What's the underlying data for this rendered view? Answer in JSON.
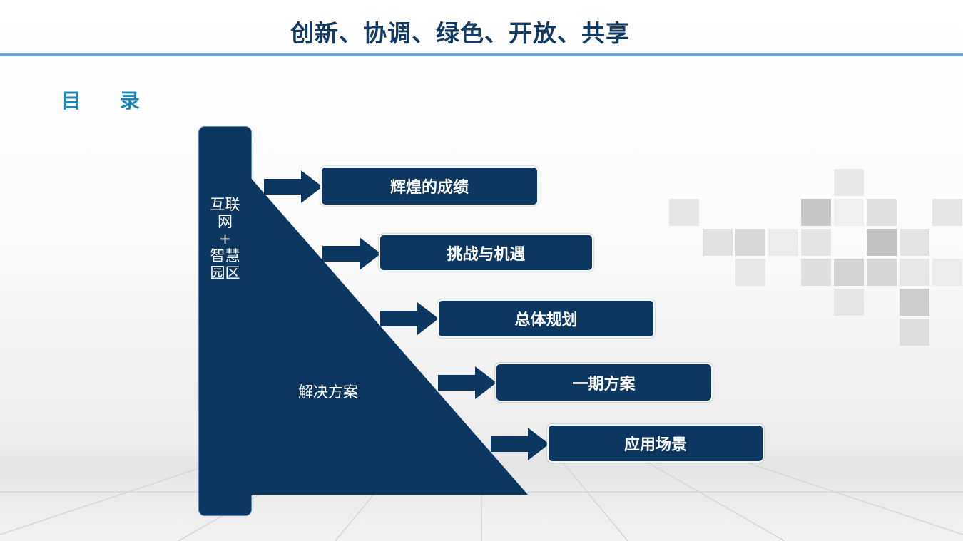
{
  "header": {
    "title": "创新、协调、绿色、开放、共享"
  },
  "toc_heading": "目 录",
  "main": {
    "bar_label_lines": [
      "互联",
      "网",
      "+",
      "智慧",
      "园区"
    ],
    "triangle_label": "解决方案",
    "items": [
      {
        "label": "辉煌的成绩"
      },
      {
        "label": "挑战与机遇"
      },
      {
        "label": "总体规划"
      },
      {
        "label": "一期方案"
      },
      {
        "label": "应用场景"
      }
    ]
  },
  "colors": {
    "navy": "#0b3760",
    "title": "#123a63",
    "accent_line": "#64a6e0",
    "toc": "#1f86b3"
  }
}
